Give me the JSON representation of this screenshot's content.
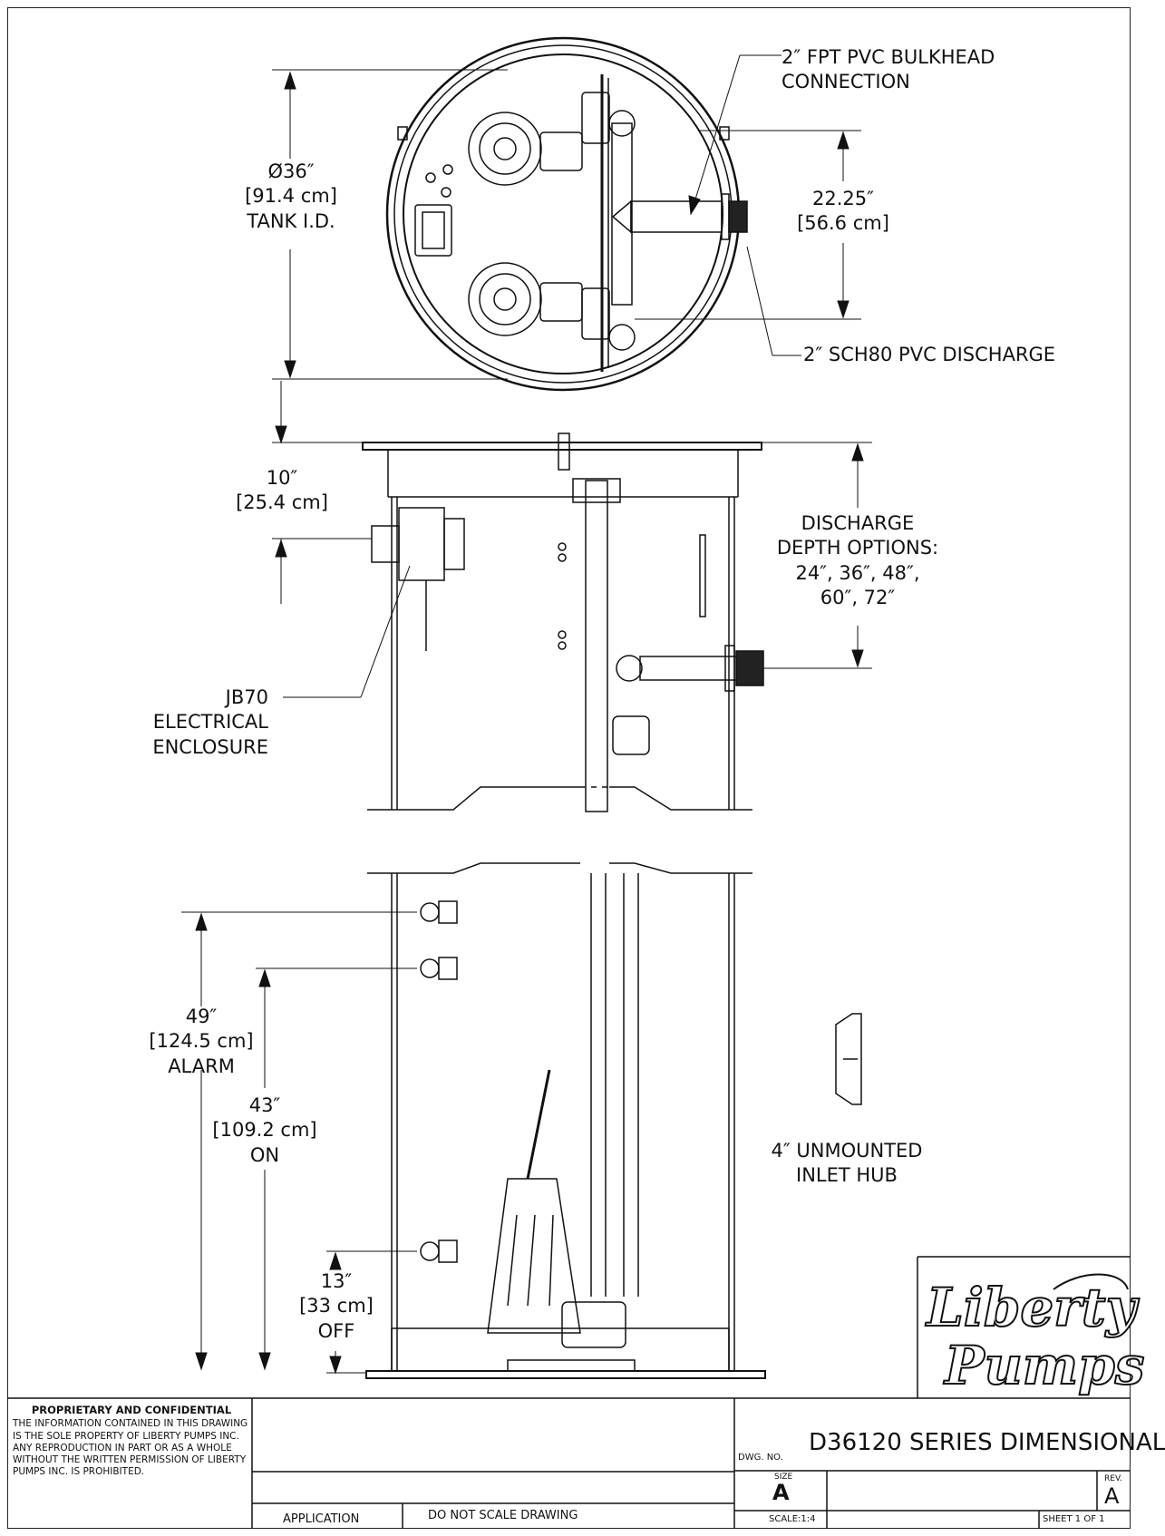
{
  "callouts": {
    "bulkhead": [
      "2″ FPT PVC BULKHEAD",
      "CONNECTION"
    ],
    "discharge_pipe": "2″ SCH80 PVC DISCHARGE",
    "tank_id": [
      "Ø36″",
      "[91.4 cm]",
      "TANK I.D."
    ],
    "width_2225": [
      "22.25″",
      "[56.6 cm]"
    ],
    "depth_10": [
      "10″",
      "[25.4 cm]"
    ],
    "discharge_depth": [
      "DISCHARGE",
      "DEPTH OPTIONS:",
      "24″, 36″, 48″,",
      "60″, 72″"
    ],
    "jb70": [
      "JB70",
      "ELECTRICAL",
      "ENCLOSURE"
    ],
    "alarm": [
      "49″",
      "[124.5 cm]",
      "ALARM"
    ],
    "on": [
      "43″",
      "[109.2 cm]",
      "ON"
    ],
    "off": [
      "13″",
      "[33 cm]",
      "OFF"
    ],
    "inlet_hub": [
      "4″ UNMOUNTED",
      "INLET HUB"
    ]
  },
  "proprietary": {
    "heading": "PROPRIETARY AND CONFIDENTIAL",
    "body": "THE INFORMATION CONTAINED IN THIS DRAWING IS THE SOLE PROPERTY OF LIBERTY PUMPS INC. ANY REPRODUCTION IN PART OR AS A WHOLE WITHOUT THE WRITTEN PERMISSION OF LIBERTY PUMPS INC. IS PROHIBITED."
  },
  "title_block": {
    "application": "APPLICATION",
    "do_not_scale": "DO  NOT  SCALE  DRAWING",
    "dwg_no_label": "DWG.  NO.",
    "title": "D36120 SERIES DIMENSIONAL",
    "size_label": "SIZE",
    "size_value": "A",
    "rev_label": "REV.",
    "rev_value": "A",
    "scale": "SCALE:1:4",
    "sheet": "SHEET 1 OF 1"
  },
  "logo": {
    "line1": "Liberty",
    "line2": "Pumps"
  }
}
